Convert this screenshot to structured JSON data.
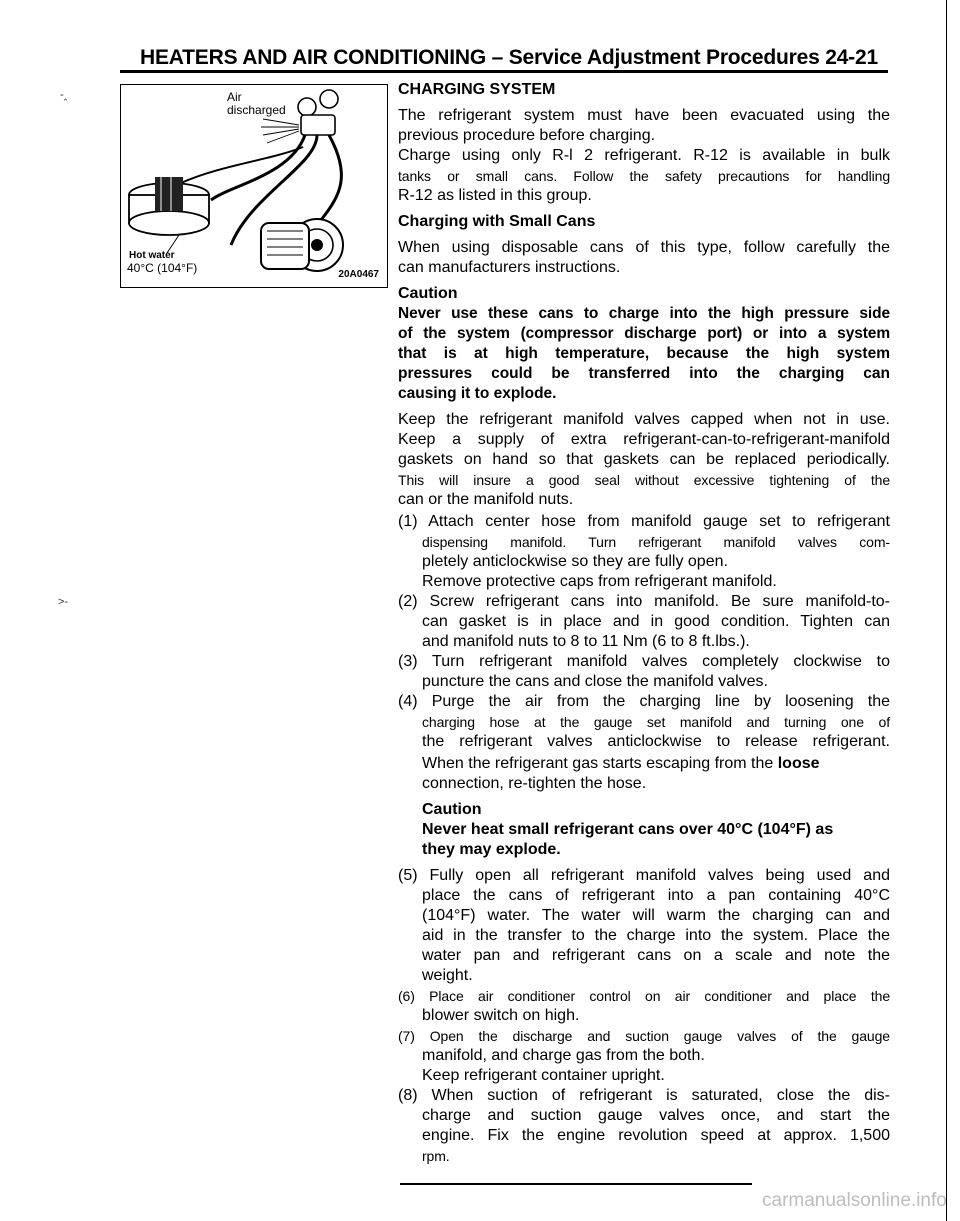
{
  "header": {
    "title": "HEATERS AND AIR CONDITIONING – Service Adjustment Procedures 24-21"
  },
  "figure": {
    "label_air": "Air",
    "label_discharged": "discharged",
    "label_hot_water": "Hot water",
    "label_temp": "40°C (104°F)",
    "code": "20A0467",
    "icon": "charging-system-illustration"
  },
  "content": {
    "section_title": "CHARGING SYSTEM",
    "intro_1": "The refrigerant system must have been evacuated using the",
    "intro_2": "previous procedure before charging.",
    "intro_3": "Charge using only R-l 2 refrigerant. R-12 is available in bulk",
    "intro_4": "tanks or small cans. Follow the safety precautions for handling",
    "intro_5": "R-12 as listed in this group.",
    "sub_title": "Charging with Small Cans",
    "cans_1": "When using disposable cans of this type, follow carefully the",
    "cans_2": "can manufacturers instructions.",
    "caution_title": "Caution",
    "caution_1": "Never use these cans to charge into the high pressure side",
    "caution_2": "of the system (compressor discharge port) or into a system",
    "caution_3": "that is at high temperature, because the high system",
    "caution_4": "pressures could be transferred into the charging can",
    "caution_5": "causing it to explode.",
    "keep_1": "Keep the refrigerant manifold valves capped when not in use.",
    "keep_2": "Keep a supply of extra refrigerant-can-to-refrigerant-manifold",
    "keep_3": "gaskets on hand so that gaskets can be replaced periodically.",
    "keep_4": "This will insure a good seal without excessive tightening of the",
    "keep_5": "can or the manifold nuts.",
    "s1_1": "(1) Attach center hose from manifold gauge set to refrigerant",
    "s1_2": "dispensing manifold. Turn refrigerant manifold valves com-",
    "s1_3": "pletely anticlockwise so they are fully open.",
    "s1_4": "Remove protective caps from refrigerant manifold.",
    "s2_1": "(2) Screw refrigerant cans into manifold. Be sure manifold-to-",
    "s2_2": "can gasket is in place and in good condition. Tighten can",
    "s2_3": "and manifold nuts to 8 to 11 Nm (6 to 8 ft.lbs.).",
    "s3_1": "(3) Turn refrigerant manifold valves completely clockwise to",
    "s3_2": "puncture the cans and close the manifold valves.",
    "s4_1": "(4) Purge the air from the charging line by loosening the",
    "s4_2": "charging hose at the gauge set manifold and turning one of",
    "s4_3": "the refrigerant valves anticlockwise to release refrigerant.",
    "s4_4a": "When the refrigerant gas starts escaping from the",
    "s4_4b": "loose",
    "s4_5": "connection, re-tighten the hose.",
    "c2_title": "Caution",
    "c2_1": "Never heat small refrigerant cans over 40°C (104°F) as",
    "c2_2": "they may explode.",
    "s5_1": "(5) Fully open all refrigerant manifold valves being used and",
    "s5_2": "place the cans of refrigerant into a pan containing 40°C",
    "s5_3": "(104°F) water. The water will warm the charging can and",
    "s5_4": "aid in the transfer to the charge into the system. Place the",
    "s5_5": "water pan and refrigerant cans on a scale and note the",
    "s5_6": "weight.",
    "s6_1": "(6) Place air conditioner control on air conditioner and place the",
    "s6_2": "blower switch on high.",
    "s7_1": "(7) Open the discharge and suction gauge valves of the gauge",
    "s7_2": "manifold, and charge gas from the both.",
    "s7_3": "Keep refrigerant container upright.",
    "s8_1": "(8) When suction of refrigerant is saturated, close the dis-",
    "s8_2": "charge and suction gauge valves once, and start the",
    "s8_3": "engine. Fix the engine revolution speed at approx. 1,500",
    "s8_4": "rpm."
  },
  "footer": {
    "watermark": "carmanualsonline.info"
  }
}
